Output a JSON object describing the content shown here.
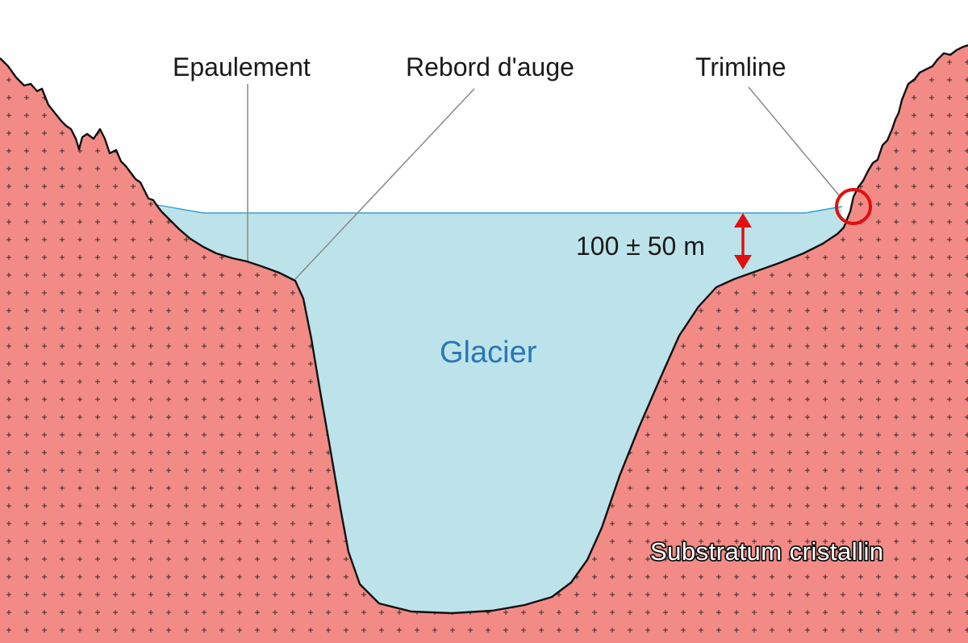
{
  "labels": {
    "epaulement": "Epaulement",
    "rebord": "Rebord d'auge",
    "trimline": "Trimline",
    "thickness": "100 ± 50 m",
    "glacier": "Glacier",
    "substratum": "Substratum cristallin"
  },
  "colors": {
    "rock": "#f28b86",
    "rock_pattern": "#3a2a2a",
    "ice": "#bde3ea",
    "ice_surface": "#3a9fd0",
    "outline": "#111111",
    "leader": "#888888",
    "marker": "#e01010",
    "glacier_text": "#2b76b8",
    "substratum_text": "#ffffff",
    "substratum_text_outline": "#111111"
  },
  "icons": {
    "thickness_arrow": "double-vertical-arrow-icon",
    "trimline_marker": "circle-marker-icon",
    "rock_texture": "plus-pattern"
  }
}
